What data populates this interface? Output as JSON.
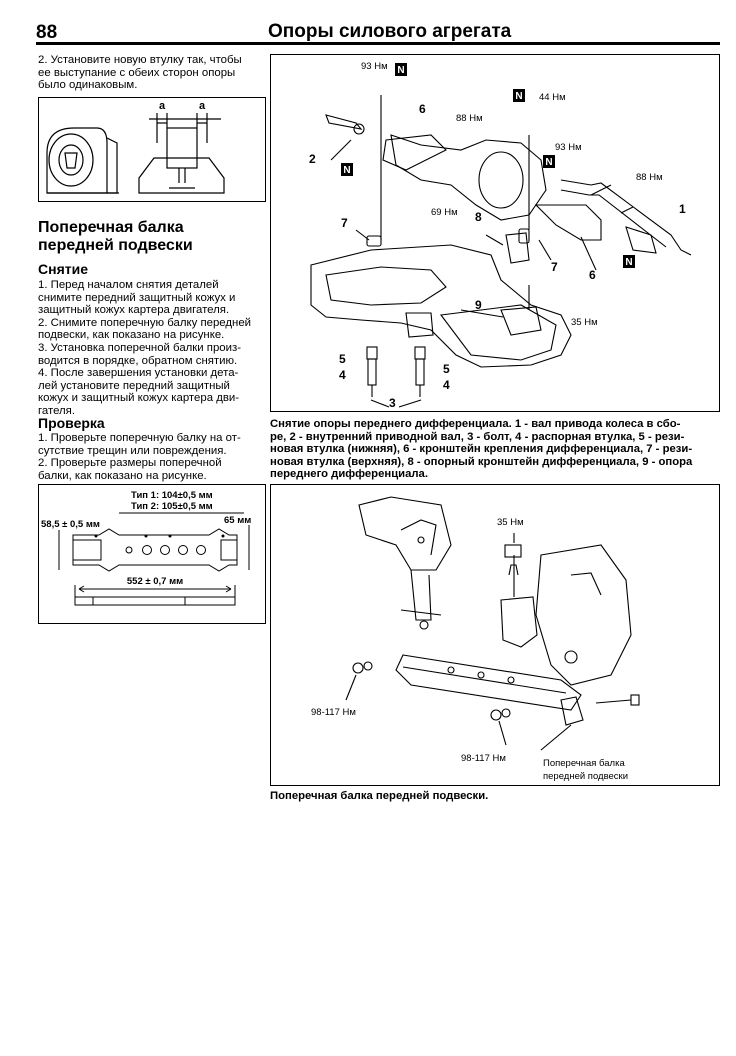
{
  "header": {
    "page_number": "88",
    "title": "Опоры силового агрегата"
  },
  "left": {
    "intro_lines": [
      "2. Установите новую втулку так, чтобы",
      "ее выступание с обеих сторон опоры",
      "было одинаковым."
    ],
    "fig1_labels": {
      "a1": "a",
      "a2": "a"
    },
    "section_title_1": "Поперечная балка",
    "section_title_2": "передней подвески",
    "removal_heading": "Снятие",
    "removal_lines": [
      "1. Перед началом снятия деталей",
      "снимите передний защитный кожух и",
      "защитный кожух картера двигателя.",
      "2. Снимите поперечную балку передней",
      "подвески, как показано на рисунке.",
      "3. Установка поперечной балки произ-",
      "водится в порядке, обратном снятию.",
      "4. После завершения установки дета-",
      "лей установите передний защитный",
      "кожух и защитный кожух картера дви-",
      "гателя."
    ],
    "check_heading": "Проверка",
    "check_lines": [
      "1. Проверьте поперечную балку на от-",
      "сутствие трещин или повреждения.",
      "2. Проверьте размеры поперечной",
      "балки, как показано на рисунке."
    ],
    "fig2_labels": {
      "type1": "Тип 1: 104±0,5 мм",
      "type2": "Тип 2: 105±0,5 мм",
      "dim_left": "58,5 ± 0,5 мм",
      "dim_right": "65 мм",
      "dim_length": "552 ± 0,7 мм"
    }
  },
  "right": {
    "fig3_labels": {
      "t93a": "93 Нм",
      "t88a": "88 Нм",
      "t44": "44 Нм",
      "t93b": "93 Нм",
      "t88b": "88 Нм",
      "t69": "69 Нм",
      "t35": "35 Нм",
      "n1": "1",
      "n2": "2",
      "n3": "3",
      "n4a": "4",
      "n4b": "4",
      "n5a": "5",
      "n5b": "5",
      "n6a": "6",
      "n6b": "6",
      "n7a": "7",
      "n7b": "7",
      "n8": "8",
      "n9": "9",
      "N": "N"
    },
    "caption1_lines": [
      "Снятие опоры переднего дифференциала. 1 - вал привода колеса в сбо-",
      "ре, 2 - внутренний приводной вал, 3 - болт, 4 - распорная втулка, 5 - рези-",
      "новая втулка (нижняя), 6 - кронштейн крепления дифференциала, 7 - рези-",
      "новая втулка (верхняя), 8 - опорный кронштейн дифференциала, 9 - опора",
      "переднего дифференциала."
    ],
    "fig4_labels": {
      "t35": "35 Нм",
      "t98a": "98-117 Нм",
      "t98b": "98-117 Нм",
      "beam_1": "Поперечная балка",
      "beam_2": "передней подвески"
    },
    "caption2": "Поперечная балка передней подвески."
  }
}
